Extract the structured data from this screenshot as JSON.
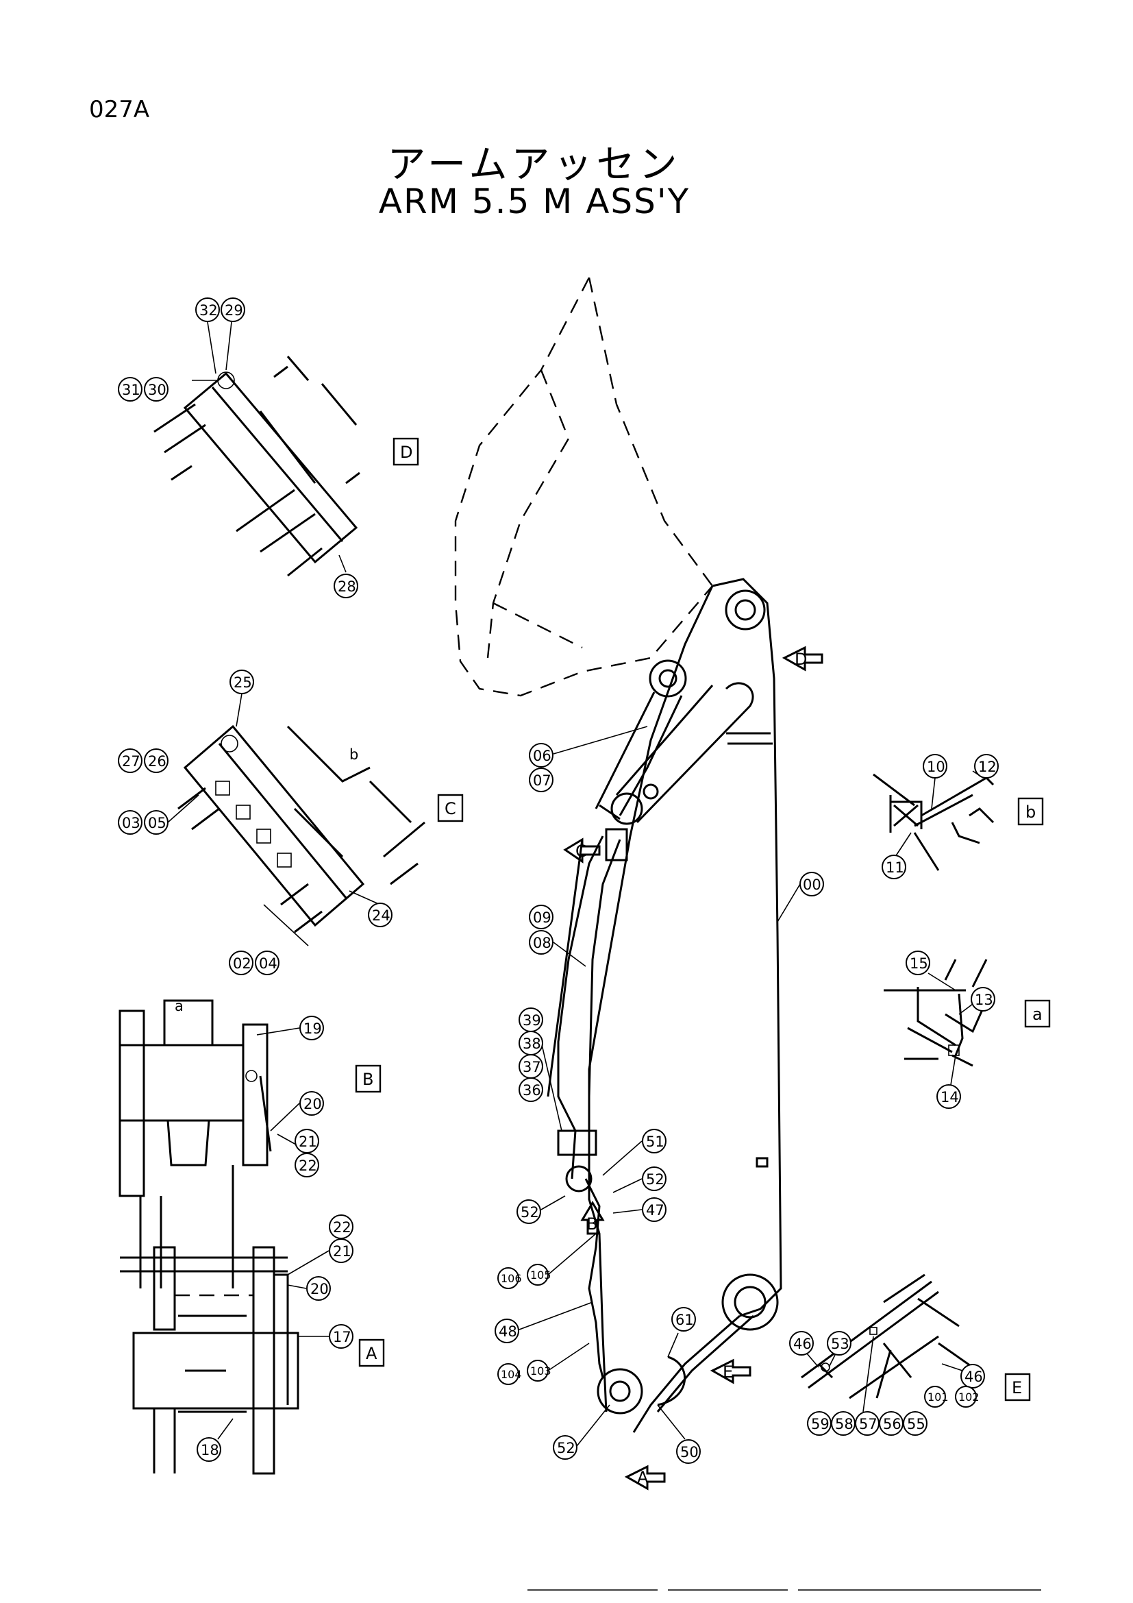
{
  "header": {
    "page_code": "027A",
    "title_ja": "アームアッセン",
    "title_en": "ARM  5.5 M  ASS'Y"
  },
  "views": {
    "D": {
      "label": "D",
      "callouts": [
        "32",
        "29",
        "31",
        "30",
        "28"
      ]
    },
    "C": {
      "label": "C",
      "callouts": [
        "25",
        "27",
        "26",
        "03",
        "05",
        "02",
        "04",
        "24"
      ],
      "detail_ref": "b"
    },
    "B": {
      "label": "B",
      "callouts": [
        "19",
        "20",
        "22",
        "21"
      ],
      "detail_ref": "a"
    },
    "A": {
      "label": "A",
      "callouts": [
        "21",
        "22",
        "20",
        "17",
        "18"
      ]
    },
    "b": {
      "label": "b",
      "callouts": [
        "10",
        "12",
        "11"
      ]
    },
    "a": {
      "label": "a",
      "callouts": [
        "15",
        "13",
        "14"
      ]
    },
    "E": {
      "label": "E",
      "callouts": [
        "46",
        "53",
        "46",
        "59",
        "58",
        "57",
        "56",
        "55",
        "101",
        "102"
      ]
    }
  },
  "main": {
    "callouts": [
      "06",
      "07",
      "00",
      "08",
      "09",
      "36",
      "37",
      "38",
      "39",
      "51",
      "52",
      "52",
      "47",
      "106",
      "105",
      "48",
      "61",
      "104",
      "103",
      "52",
      "50"
    ],
    "view_arrows": [
      "A",
      "B",
      "C",
      "D",
      "E"
    ]
  }
}
